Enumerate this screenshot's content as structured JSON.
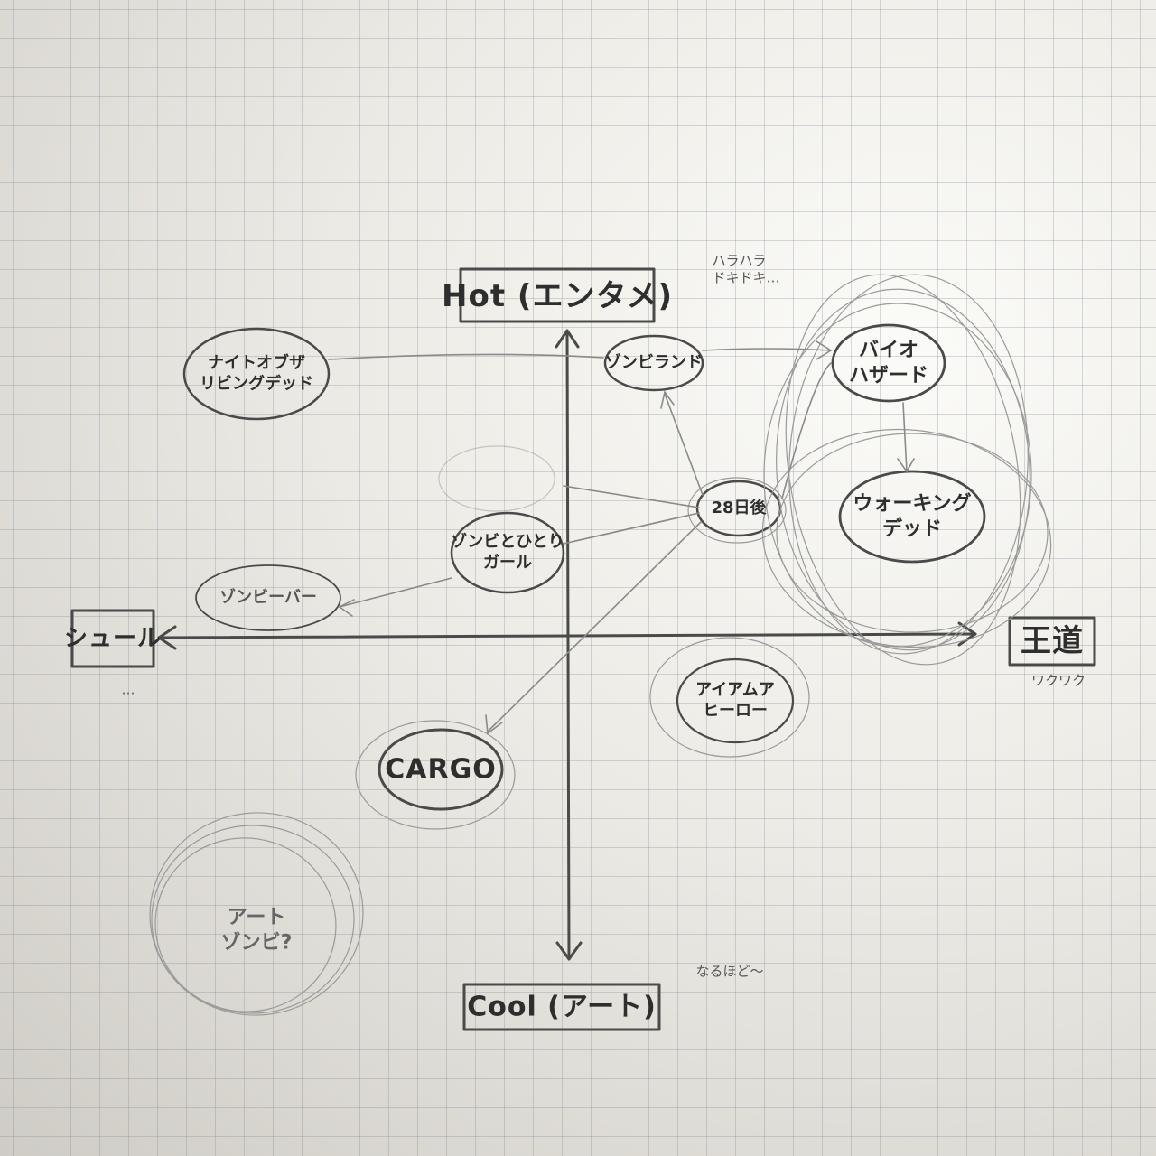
{
  "axes": {
    "top": "Hot (エンタメ)",
    "bottom": "Cool (アート)",
    "left": "シュール",
    "right": "王道"
  },
  "notes": {
    "top_right": "ハラハラ\nドキドキ…",
    "bottom_right": "なるほど〜",
    "right_under": "ワクワク",
    "left_under": "…"
  },
  "nodes": {
    "night_of_living_dead": "ナイトオブザ\nリビングデッド",
    "zombieland": "ゾンビランド",
    "biohazard": "バイオ\nハザード",
    "days_28": "28日後",
    "walking_dead": "ウォーキング\nデッド",
    "zombie_hitori_girl": "ゾンビとひとり\nガール",
    "zombie_bar": "ゾンビーバー",
    "i_am_a_hero": "アイアムア\nヒーロー",
    "cargo": "CARGO",
    "art_zombie": "アート\nゾンビ?"
  },
  "colors": {
    "pencil": "#4a4a4a",
    "grid": "#8a8f9c",
    "paper": "#eceae4"
  }
}
